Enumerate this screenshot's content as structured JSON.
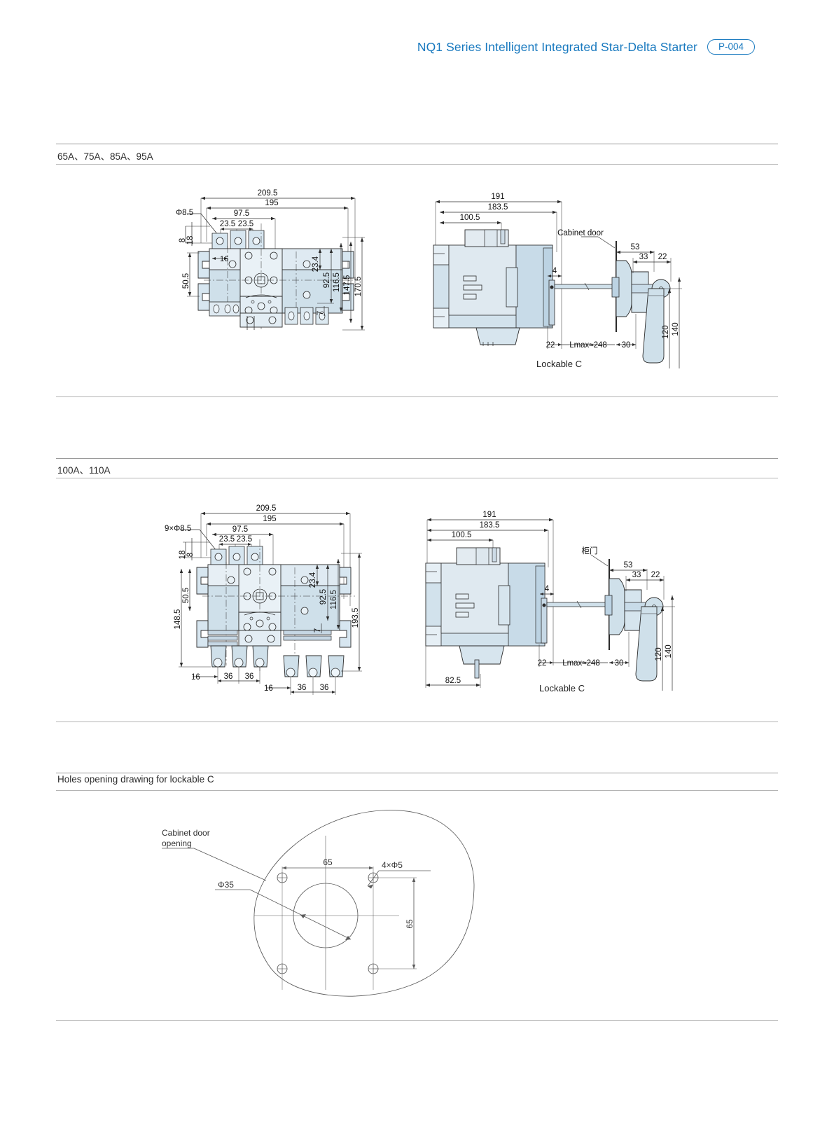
{
  "header": {
    "title": "NQ1 Series Intelligent Integrated Star-Delta Starter",
    "page_badge": "P-004"
  },
  "sections": [
    {
      "id": "sec-65-95",
      "title": "65A、75A、85A、95A",
      "front_view": {
        "horizontal_dims": [
          "209.5",
          "195",
          "97.5",
          "23.5",
          "23.5",
          "16"
        ],
        "vertical_dims": [
          "8",
          "18",
          "50.5",
          "23.4",
          "92.5",
          "116.5",
          "147.5",
          "170.5",
          "7"
        ],
        "hole_note": "Φ8.5"
      },
      "side_view": {
        "horizontal_dims": [
          "191",
          "183.5",
          "100.5",
          "4",
          "22",
          "30",
          "53",
          "33",
          "22"
        ],
        "vertical_dims": [
          "140",
          "120"
        ],
        "length_note": "Lmax≈248",
        "door_label": "Cabinet door",
        "caption": "Lockable C"
      }
    },
    {
      "id": "sec-100-110",
      "title": "100A、110A",
      "front_view": {
        "horizontal_dims": [
          "209.5",
          "195",
          "97.5",
          "23.5",
          "23.5",
          "16",
          "36",
          "36",
          "16",
          "36",
          "36"
        ],
        "vertical_dims": [
          "8",
          "18",
          "50.5",
          "148.5",
          "23.4",
          "92.5",
          "116.5",
          "193.5",
          "7"
        ],
        "hole_note": "9×Φ8.5"
      },
      "side_view": {
        "horizontal_dims": [
          "191",
          "183.5",
          "100.5",
          "4",
          "22",
          "30",
          "53",
          "33",
          "22",
          "82.5"
        ],
        "vertical_dims": [
          "140",
          "120"
        ],
        "length_note": "Lmax≈248",
        "door_label": "柜门",
        "caption": "Lockable C"
      }
    },
    {
      "id": "sec-holes",
      "title": "Holes opening drawing for lockable C",
      "hole_view": {
        "opening_label": "Cabinet door\nopening",
        "center_hole": "Φ35",
        "corner_holes": "4×Φ5",
        "pitch_h": "65",
        "pitch_v": "65"
      }
    }
  ],
  "colors": {
    "accent": "#1879bf",
    "line": "#2b2b2b",
    "body_fill_light": "#e3ecf2",
    "body_fill_mid": "#cfe0ea",
    "body_fill_blue": "#c2d9e8"
  }
}
